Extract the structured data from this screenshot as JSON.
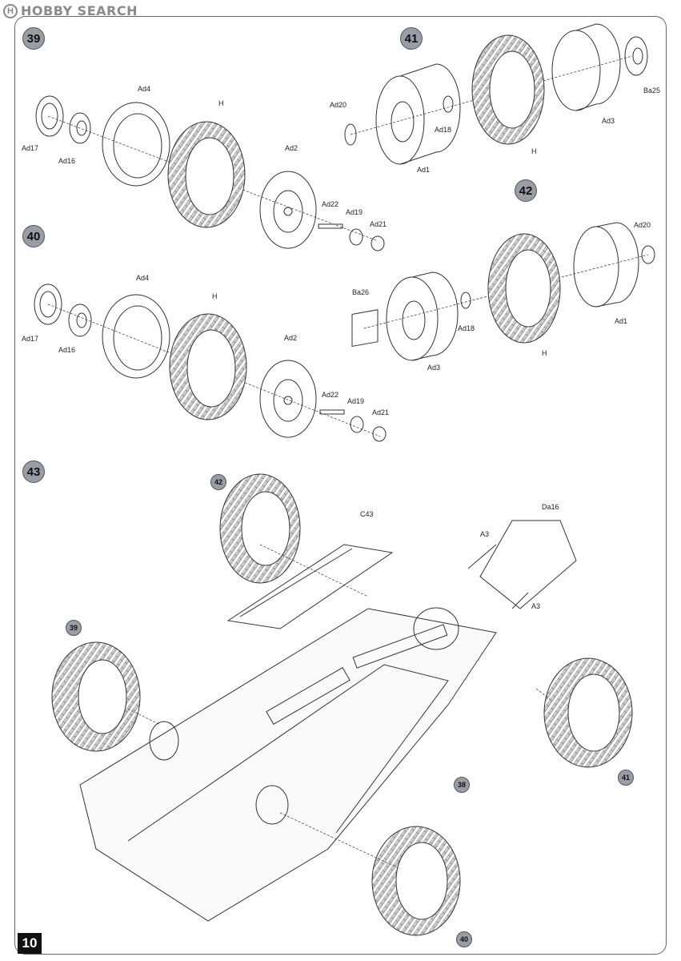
{
  "header": {
    "logo_text": "HOBBY SEARCH",
    "logo_mark": "H"
  },
  "page_number": "10",
  "steps": [
    {
      "id": "s39",
      "num": "39"
    },
    {
      "id": "s40",
      "num": "40"
    },
    {
      "id": "s41",
      "num": "41"
    },
    {
      "id": "s42",
      "num": "42"
    },
    {
      "id": "s43",
      "num": "43"
    }
  ],
  "step39": {
    "parts": [
      "Ad4",
      "H",
      "Ad17",
      "Ad16",
      "Ad2",
      "Ad22",
      "Ad19",
      "Ad21"
    ]
  },
  "step40": {
    "parts": [
      "Ad4",
      "H",
      "Ad17",
      "Ad16",
      "Ad2",
      "Ad22",
      "Ad19",
      "Ad21"
    ]
  },
  "step41": {
    "parts": [
      "Ad20",
      "Ad18",
      "Ad1",
      "Ad3",
      "H",
      "Ba25"
    ]
  },
  "step42": {
    "parts": [
      "Ad20",
      "Ba26",
      "Ad18",
      "Ad1",
      "Ad3",
      "H"
    ]
  },
  "step43": {
    "parts": [
      "C43",
      "Da16",
      "A3",
      "A3"
    ],
    "refs": [
      "42",
      "39",
      "41",
      "38",
      "40"
    ]
  }
}
